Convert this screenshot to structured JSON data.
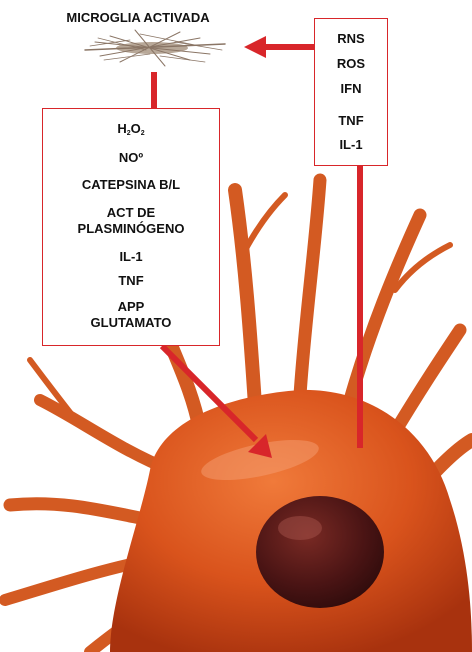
{
  "diagram": {
    "microglia_label": "MICROGLIA ACTIVADA",
    "microglia_products": {
      "h2o2": {
        "prefix": "H",
        "sub1": "2",
        "mid": "O",
        "sub2": "2"
      },
      "items": [
        "NOº",
        "CATEPSINA B/L",
        "ACT DE",
        "PLASMINÓGENO",
        "IL-1",
        "TNF",
        "APP",
        "GLUTAMATO"
      ]
    },
    "neuron_signals": [
      "RNS",
      "ROS",
      "IFN",
      "TNF",
      "IL-1"
    ],
    "colors": {
      "arrow": "#d8262a",
      "neuron_body": "#d9531c",
      "neuron_dark": "#a8320e",
      "nucleus": "#4a1414",
      "microglia": "#8a7565"
    }
  }
}
